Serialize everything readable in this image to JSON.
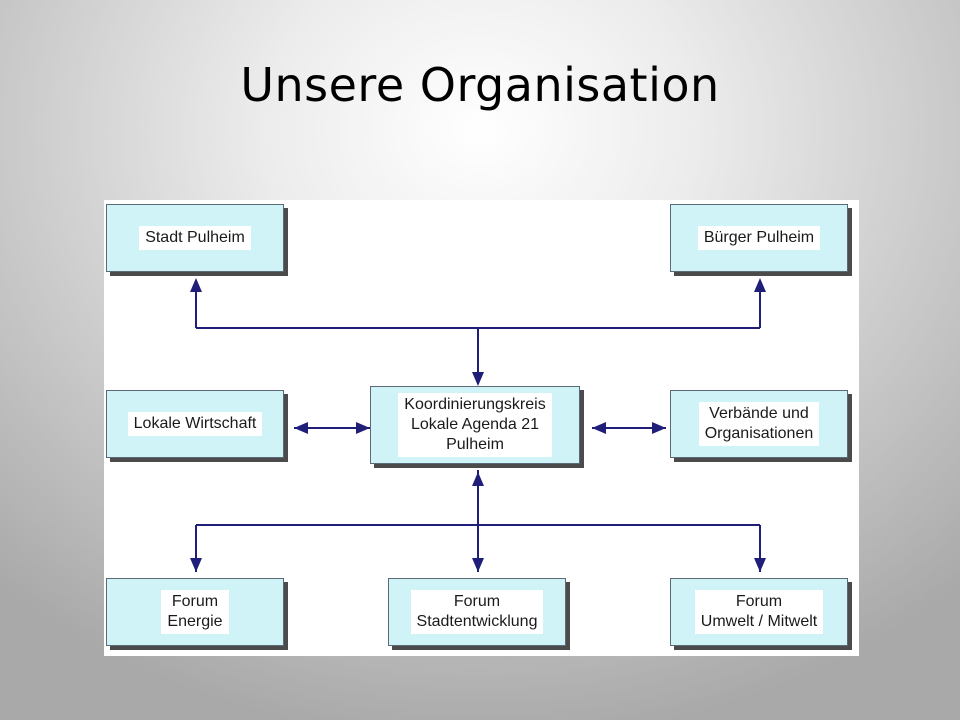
{
  "slide": {
    "title": "Unsere Organisation"
  },
  "colors": {
    "connector": "#1f1f7a",
    "box_fill": "#cff3f6",
    "box_shadow": "#4b4b4b",
    "label_background": "#ffffff"
  },
  "nodes": {
    "stadt_pulheim": "Stadt Pulheim",
    "buerger_pulheim": "Bürger Pulheim",
    "lokale_wirtschaft": "Lokale Wirtschaft",
    "koordinierungskreis": "Koordinierungskreis\nLokale Agenda 21\nPulheim",
    "verbaende": "Verbände und\nOrganisationen",
    "forum_energie": "Forum\nEnergie",
    "forum_stadtentwicklung": "Forum\nStadtentwicklung",
    "forum_umwelt": "Forum\nUmwelt / Mitwelt"
  }
}
